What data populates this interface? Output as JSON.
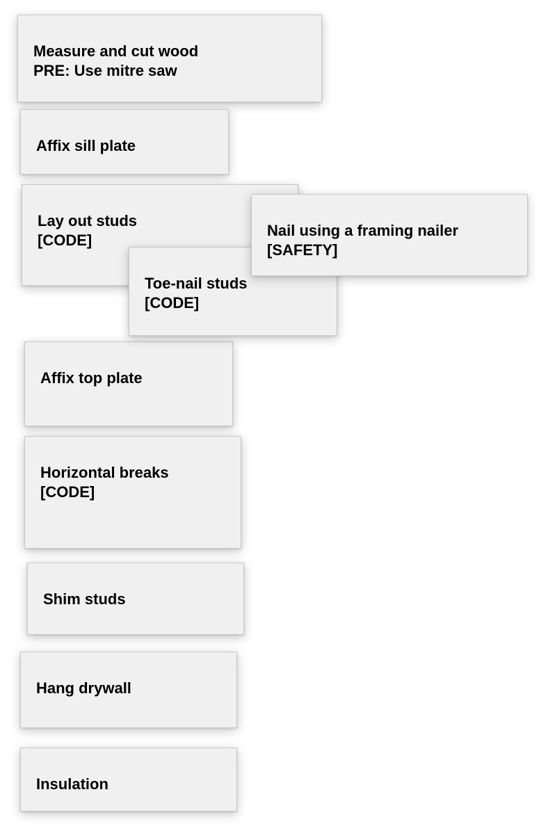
{
  "cards": {
    "measure_cut": {
      "title": "Measure and cut wood",
      "note": "PRE: Use mitre saw"
    },
    "sill_plate": {
      "title": "Affix sill plate"
    },
    "lay_out_studs": {
      "title": "Lay out studs",
      "note": "[CODE]"
    },
    "toe_nail_studs": {
      "title": "Toe-nail studs",
      "note": "[CODE]"
    },
    "nail_framing": {
      "title": "Nail using a framing nailer",
      "note": "[SAFETY]"
    },
    "top_plate": {
      "title": "Affix top plate"
    },
    "horizontal_breaks": {
      "title": "Horizontal breaks",
      "note": "[CODE]"
    },
    "shim_studs": {
      "title": "Shim studs"
    },
    "hang_drywall": {
      "title": "Hang drywall"
    },
    "insulation": {
      "title": "Insulation"
    }
  }
}
